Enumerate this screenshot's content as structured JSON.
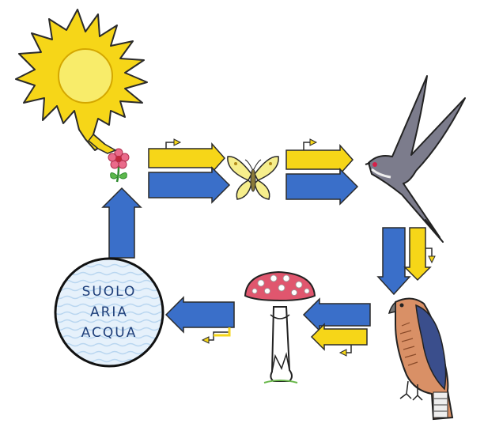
{
  "diagram": {
    "nodes": [
      {
        "id": "sun",
        "icon": "sun-icon"
      },
      {
        "id": "flower",
        "icon": "flower-icon"
      },
      {
        "id": "butterfly",
        "icon": "butterfly-icon"
      },
      {
        "id": "swallow",
        "icon": "swallow-icon"
      },
      {
        "id": "hawk",
        "icon": "hawk-icon"
      },
      {
        "id": "mushroom",
        "icon": "mushroom-icon"
      },
      {
        "id": "abiotic",
        "icon": "circle-icon"
      }
    ],
    "circle_text": {
      "line1": "SUOLO",
      "line2": "ARIA",
      "line3": "ACQUA"
    },
    "flows": [
      {
        "from": "sun",
        "to": "flower",
        "kind": "energy"
      },
      {
        "from": "flower",
        "to": "butterfly",
        "kind": "energy-and-matter"
      },
      {
        "from": "butterfly",
        "to": "swallow",
        "kind": "energy-and-matter"
      },
      {
        "from": "swallow",
        "to": "hawk",
        "kind": "energy-and-matter"
      },
      {
        "from": "hawk",
        "to": "mushroom",
        "kind": "energy-and-matter"
      },
      {
        "from": "mushroom",
        "to": "abiotic",
        "kind": "matter"
      },
      {
        "from": "abiotic",
        "to": "flower",
        "kind": "matter"
      }
    ],
    "colors": {
      "energy": "#f2dc1c",
      "matter": "#3a6fc9",
      "sun_core": "#f8e23c",
      "outline": "#111111",
      "swallow": "#6f6f80",
      "mushroom_cap": "#e0566e",
      "hawk_back": "#3a4e8c"
    }
  }
}
